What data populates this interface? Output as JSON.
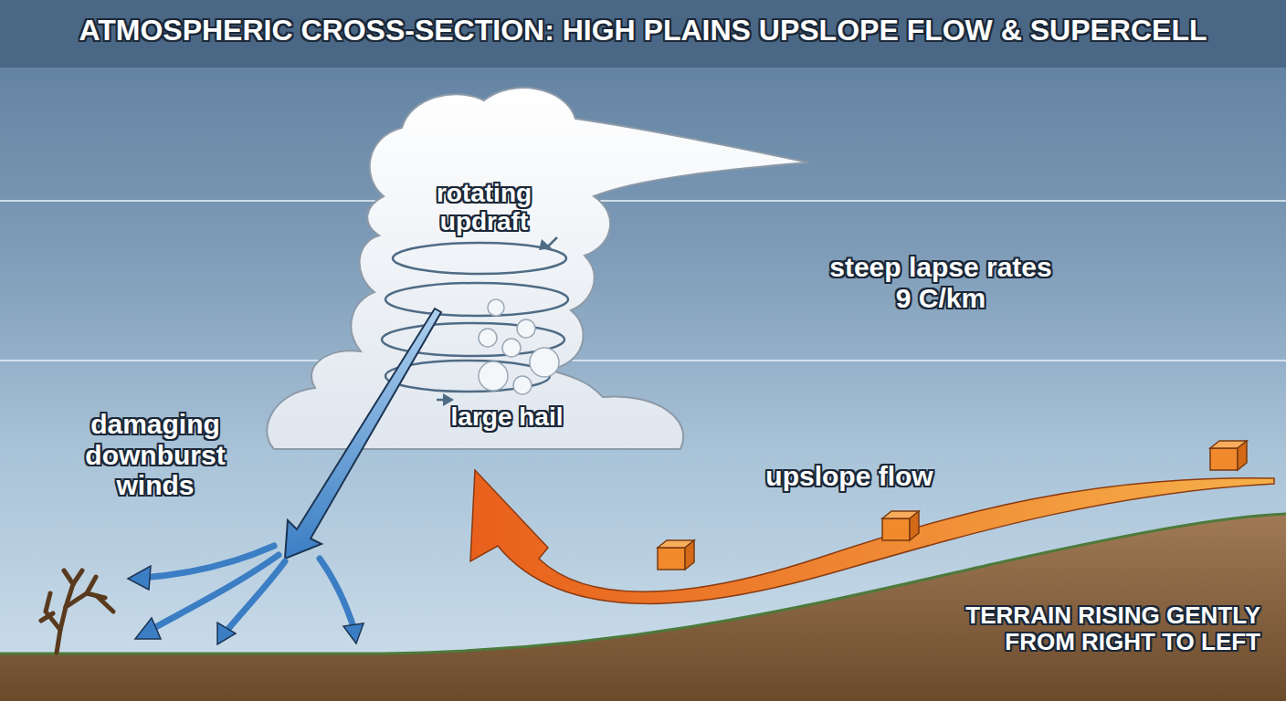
{
  "diagram": {
    "title": "ATMOSPHERIC CROSS-SECTION: HIGH PLAINS UPSLOPE FLOW & SUPERCELL",
    "nodes": [
      {
        "text": [
          "rotating updraft",
          "large hail"
        ]
      }
    ],
    "labels": [
      "steep lapse rates 9 C/km",
      "damaging downburst winds",
      "upslope flow",
      "TERRAIN RISING GENTLY FROM RIGHT TO LEFT"
    ]
  }
}
